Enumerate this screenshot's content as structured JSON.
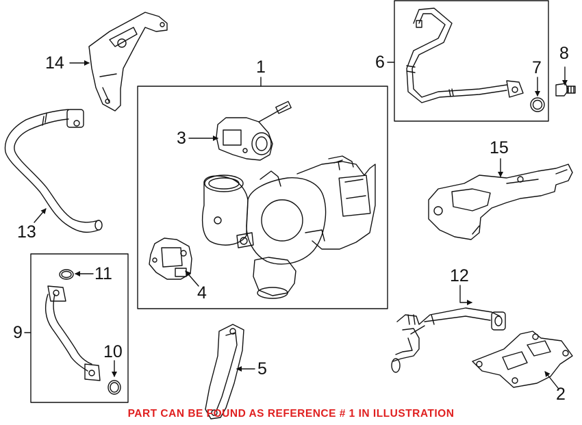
{
  "callouts": {
    "c1": "1",
    "c2": "2",
    "c3": "3",
    "c4": "4",
    "c5": "5",
    "c6": "6",
    "c7": "7",
    "c8": "8",
    "c9": "9",
    "c10": "10",
    "c11": "11",
    "c12": "12",
    "c13": "13",
    "c14": "14",
    "c15": "15"
  },
  "caption": "PART CAN BE FOUND AS REFERENCE # 1 IN ILLUSTRATION",
  "colors": {
    "line": "#111111",
    "caption": "#e02020"
  }
}
